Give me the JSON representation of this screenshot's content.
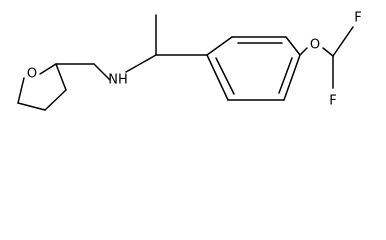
{
  "molecule": {
    "atom_labels": {
      "oxygen_ring": "O",
      "amine": "NH",
      "oxygen_ether": "O",
      "fluorine_top": "F",
      "fluorine_bottom": "F"
    },
    "colors": {
      "bond": "#000000",
      "label": "#000000",
      "background": "#ffffff"
    }
  }
}
